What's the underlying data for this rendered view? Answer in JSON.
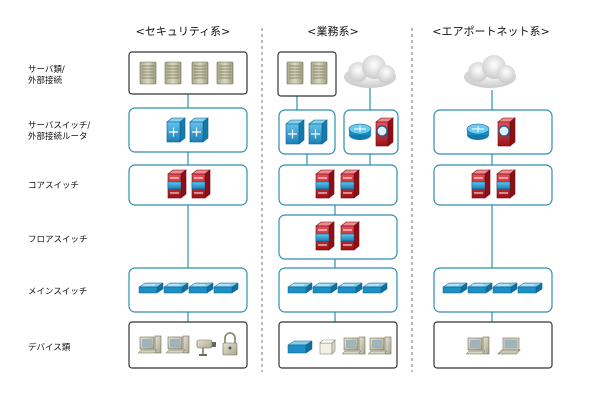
{
  "columns": {
    "security": "<セキュリティ系>",
    "business": "<業務系>",
    "airport": "<エアポートネット系>"
  },
  "rows": {
    "servers": [
      "サーバ類/",
      "外部接続"
    ],
    "server_switch": [
      "サーバスイッチ/",
      "外部接続ルータ"
    ],
    "core_switch": "コアスイッチ",
    "floor_switch": "フロアスイッチ",
    "main_switch": "メインスイッチ",
    "devices": "デバイス類"
  },
  "icons": {
    "server": "server-tower-icon",
    "cloud": "cloud-icon",
    "l3_switch": "multilayer-switch-icon",
    "router": "router-icon",
    "firewall": "firewall-icon",
    "core": "core-switch-icon",
    "switch": "workgroup-switch-icon",
    "pc": "desktop-pc-icon",
    "camera": "security-camera-icon",
    "lock": "padlock-icon",
    "laptop": "laptop-icon",
    "printer": "printer-icon"
  },
  "colors": {
    "link": "#2d8fb0",
    "switch_blue": "#1e8fc4",
    "core_red": "#c0202a",
    "server_beige": "#c8c6a8",
    "cloud": "#e4e4e4"
  }
}
